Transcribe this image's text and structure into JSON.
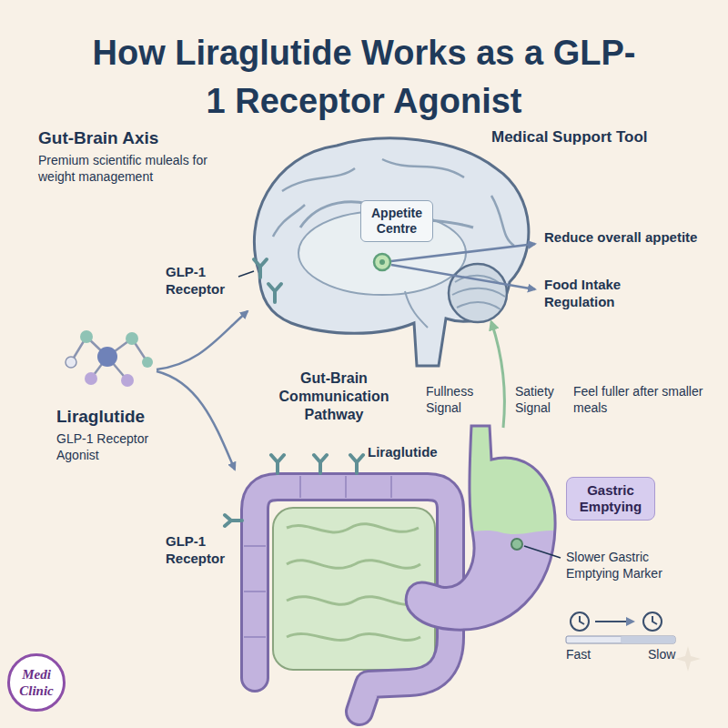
{
  "diagram": {
    "title": "How Liraglutide Works as a GLP-1 Receptor Agonist",
    "nodes": [
      {
        "text": [
          "Appetite Centre"
        ]
      },
      {
        "text": [
          "Gastric Emptying"
        ]
      },
      {
        "text": [
          "Medi Clinic"
        ]
      }
    ],
    "labels": [
      "Gut-Brain Axis",
      "Premium scientific muleals for weight management",
      "Medical Support Tool",
      "GLP-1 Receptor",
      "Reduce overall appetite",
      "Food Intake Regulation",
      "Liraglutide",
      "GLP-1 Receptor Agonist",
      "Gut-Brain Communication Pathway",
      "Fullness Signal",
      "Satiety Signal",
      "Feel fuller after smaller meals",
      "Liraglutide",
      "GLP-1 Receptor",
      "Slower Gastric Emptying Marker",
      "Fast",
      "Slow"
    ]
  }
}
